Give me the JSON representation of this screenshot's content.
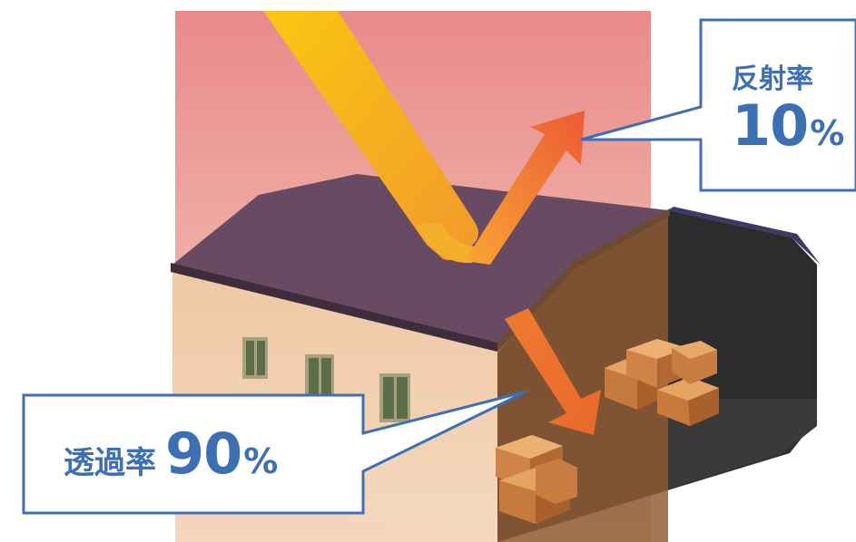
{
  "reflection": {
    "label": "反射率",
    "value": "10",
    "unit": "%"
  },
  "transmission": {
    "label": "透過率",
    "value": "90",
    "unit": "%"
  },
  "colors": {
    "accent": "#3d6fb3",
    "sky_top": "#e98a8c",
    "sky_bottom": "#f5d0b7",
    "roof": "#654a63",
    "wall": "#f2cfae",
    "interior": "#323232",
    "sun_ray": "#f6b21b",
    "arrow": "#ec6a2e",
    "box": "#d9894a"
  },
  "icons": [
    "sun-ray-arrow",
    "reflected-arrow",
    "transmitted-arrow",
    "cardboard-boxes",
    "window"
  ]
}
